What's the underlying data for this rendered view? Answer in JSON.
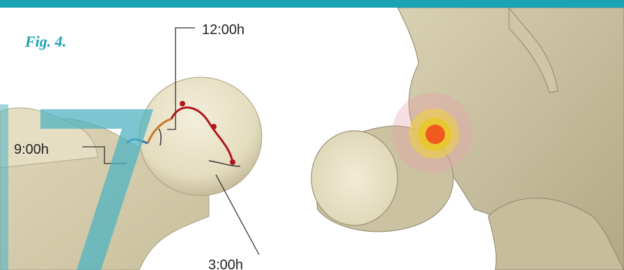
{
  "figure": {
    "label": "Fig. 4.",
    "accent_color": "#1aa3b5",
    "decorative_numeral": "7"
  },
  "clock_positions": {
    "twelve": "12:00h",
    "nine": "9:00h",
    "three": "3:00h"
  },
  "colors": {
    "bone": "#e9e2c8",
    "bone_shadow": "#b9b194",
    "path_red": "#b0161d",
    "path_orange": "#c8782a",
    "path_blue": "#3c6fb5",
    "hotspot_core": "#f05a1e",
    "hotspot_mid": "#f0d23c",
    "hotspot_outer": "#e8a0a8"
  }
}
